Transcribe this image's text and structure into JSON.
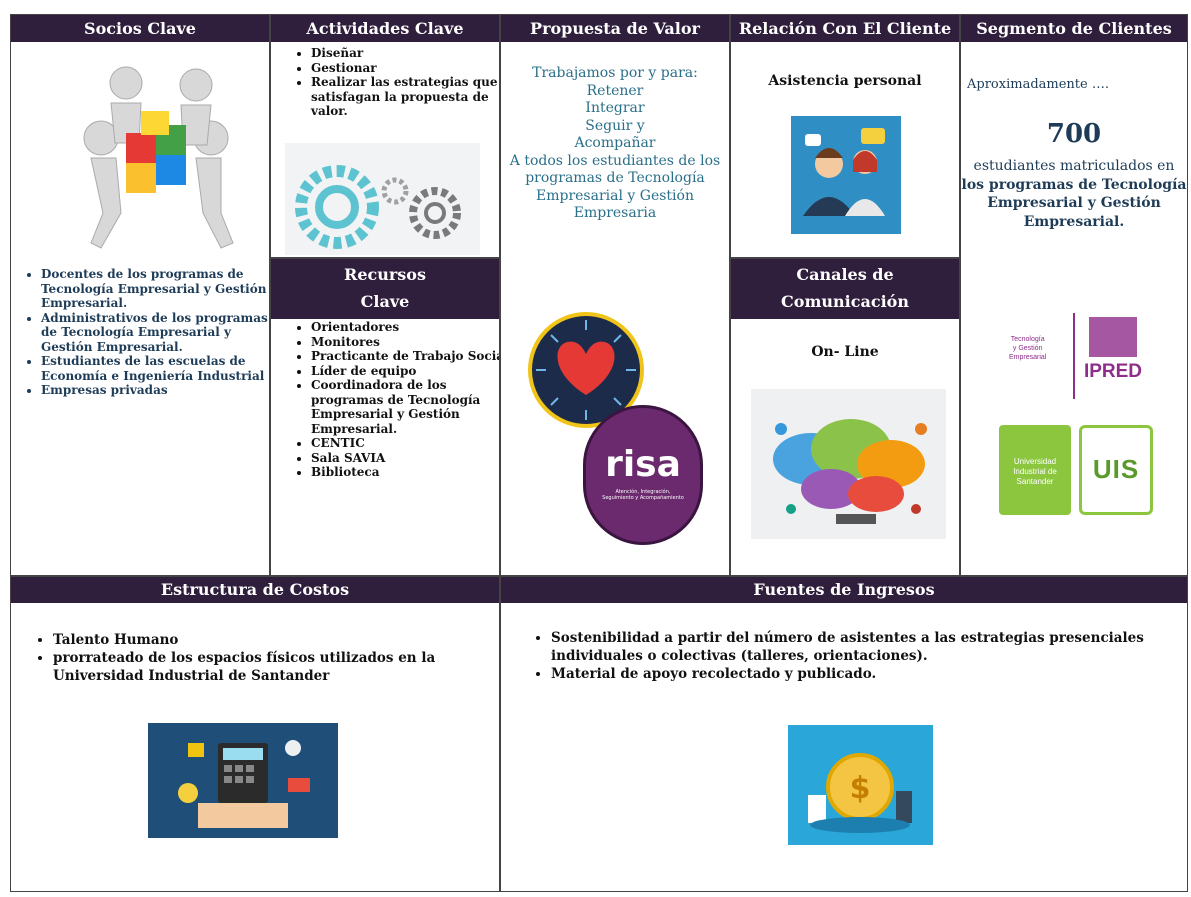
{
  "socios": {
    "title": "Socios Clave",
    "items": [
      "Docentes de los programas de Tecnología Empresarial y Gestión Empresarial.",
      "Administrativos de los programas de Tecnología Empresarial y Gestión Empresarial.",
      "Estudiantes de las escuelas de Economía e Ingeniería Industrial",
      "Empresas privadas"
    ],
    "image_icon": "puzzle-people-icon"
  },
  "actividades": {
    "title": "Actividades Clave",
    "items": [
      "Diseñar",
      "Gestionar",
      "Realizar las estrategias que satisfagan la propuesta de valor."
    ],
    "image_icon": "gears-icon"
  },
  "recursos": {
    "title_line1": "Recursos",
    "title_line2": "Clave",
    "items": [
      "Orientadores",
      "Monitores",
      "Practicante de Trabajo Social",
      "Líder de equipo",
      "Coordinadora de los programas de Tecnología Empresarial y Gestión Empresarial.",
      "CENTIC",
      "Sala SAVIA",
      "Biblioteca"
    ]
  },
  "propuesta": {
    "title": "Propuesta de Valor",
    "lines": [
      "Trabajamos por y para:",
      "Retener",
      "Integrar",
      "Seguir y",
      "Acompañar",
      "A todos los estudiantes de los",
      "programas de Tecnología",
      "Empresarial y Gestión",
      "Empresaria"
    ],
    "heart_icon": "heart-icon",
    "risa_logo": "risa",
    "risa_subtitle": "Atención, Integración, Seguimiento y Acompañamiento"
  },
  "relacion": {
    "title": "Relación Con El Cliente",
    "text": "Asistencia personal",
    "image_icon": "support-people-icon"
  },
  "canales": {
    "title_line1": "Canales de",
    "title_line2": "Comunicación",
    "text": "On- Line",
    "image_icon": "cloud-network-icon"
  },
  "segmento": {
    "title": "Segmento de Clientes",
    "intro": "Aproximadamente ….",
    "number": "700",
    "desc1": "estudiantes matriculados en",
    "desc2": "los programas de Tecnología",
    "desc3": "Empresarial y Gestión",
    "desc4": "Empresarial.",
    "logo1_text": [
      "Tecnología",
      "y Gestión",
      "Empresarial"
    ],
    "logo2_text": "IPRED",
    "logo3_text": [
      "Universidad",
      "Industrial de",
      "Santander"
    ],
    "logo4_text": "UIS"
  },
  "costos": {
    "title": "Estructura de Costos",
    "items": [
      "Talento Humano",
      "prorrateado de los espacios físicos utilizados en la Universidad Industrial de Santander"
    ],
    "image_icon": "calculator-money-icon"
  },
  "ingresos": {
    "title": "Fuentes de Ingresos",
    "items": [
      "Sostenibilidad a partir del número de asistentes a las estrategias presenciales individuales o colectivas (talleres, orientaciones).",
      "Material de apoyo recolectado y publicado."
    ],
    "image_icon": "coin-dollar-icon"
  },
  "colors": {
    "header": "#2f1e3c",
    "blue_text": "#1e3c57",
    "teal_text": "#2a6f8a"
  }
}
